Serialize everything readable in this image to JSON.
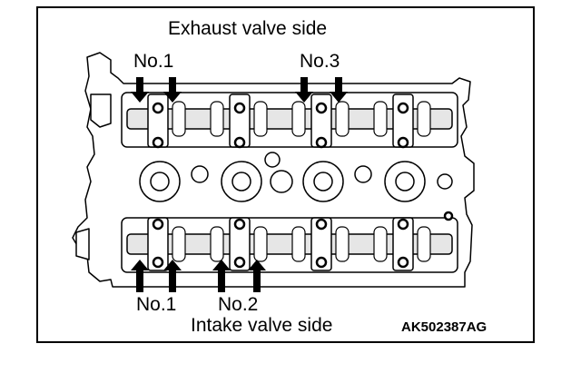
{
  "labels": {
    "exhaust_side": "Exhaust valve side",
    "intake_side": "Intake valve side",
    "exhaust_no1": "No.1",
    "exhaust_no3": "No.3",
    "intake_no1": "No.1",
    "intake_no2": "No.2",
    "figure_code": "AK502387AG"
  },
  "colors": {
    "line": "#000000",
    "background": "#ffffff",
    "metal": "#e6e6e6"
  }
}
